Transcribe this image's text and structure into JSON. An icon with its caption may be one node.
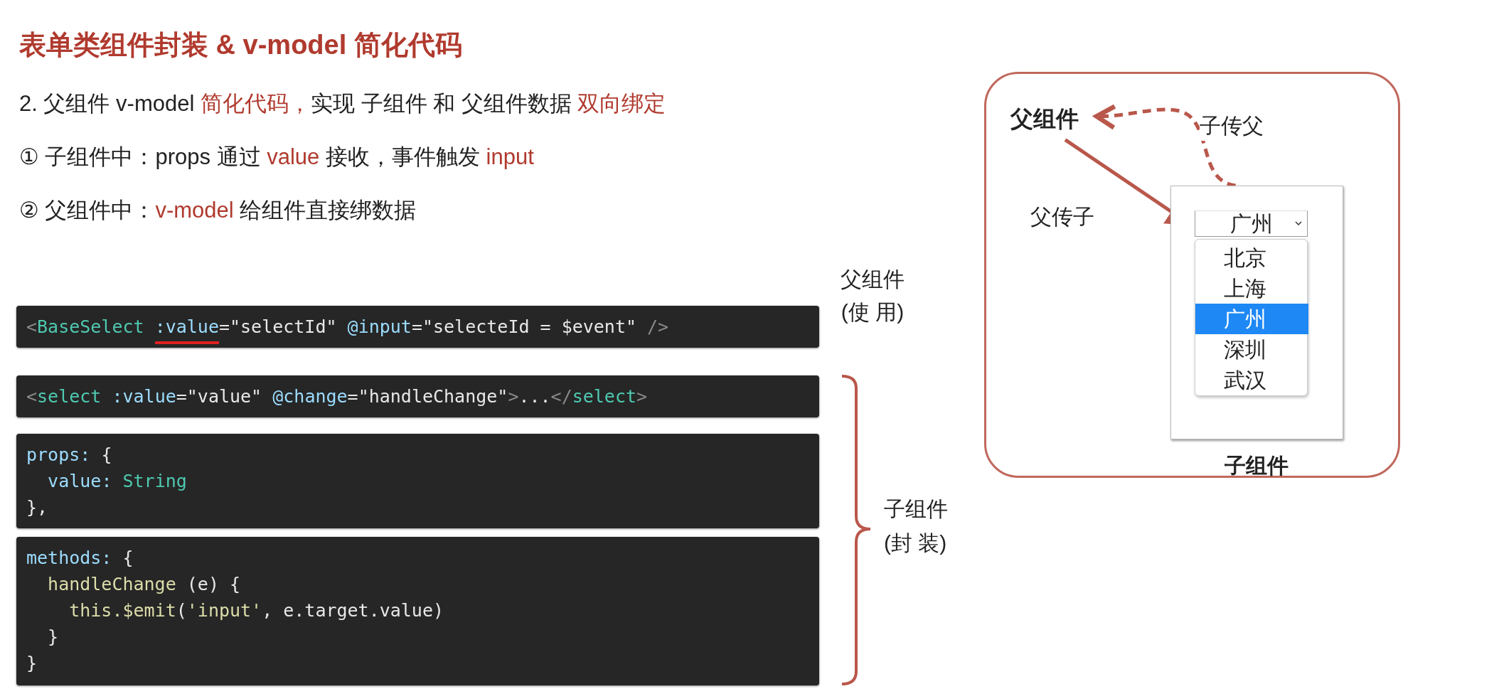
{
  "diagram": {
    "title": "表单类组件封装 & v-model 简化代码",
    "nodes": [
      {
        "text": [
          "<BaseSelect :value=\"selectId\" @input=\"selecteId = $event\" />"
        ],
        "beside": [
          "父组件 (使 用)"
        ]
      },
      {
        "text": [
          "<select :value=\"value\" @change=\"handleChange\">...</select>"
        ]
      },
      {
        "text": [
          "props: {",
          "  value: String",
          "},"
        ]
      },
      {
        "text": [
          "methods: {",
          "  handleChange (e) {",
          "    this.$emit('input', e.target.value)",
          "  }",
          "}"
        ]
      },
      {
        "text": [],
        "shape": "box"
      },
      {
        "text": [
          "父组件"
        ],
        "in": 4
      },
      {
        "text": [
          "子组件"
        ],
        "in": 4
      },
      {
        "text": [
          "广州"
        ],
        "in": 6
      },
      {
        "text": [],
        "shape": "box",
        "in": 6
      },
      {
        "text": [
          "北京"
        ],
        "in": 8
      },
      {
        "text": [
          "上海"
        ],
        "in": 8
      },
      {
        "text": [
          "广州"
        ],
        "in": 8
      },
      {
        "text": [
          "深圳"
        ],
        "in": 8
      },
      {
        "text": [
          "武汉"
        ],
        "in": 8
      }
    ],
    "edges": [
      {
        "from": 5,
        "to": 7,
        "arrow": "to",
        "label": "父传子"
      },
      {
        "from": 6,
        "to": 5,
        "arrow": "to",
        "style": "dashed",
        "label": "子传父"
      }
    ],
    "labels": [
      "2. 父组件 v-model **简化代码，**实现 子组件 和 父组件数据 **双向绑定**",
      "① 子组件中：props 通过 **value** 接收，事件触发 **input**",
      "② 父组件中：**v-model** 给组件直接绑数据",
      "子组件 (封 装)"
    ]
  }
}
